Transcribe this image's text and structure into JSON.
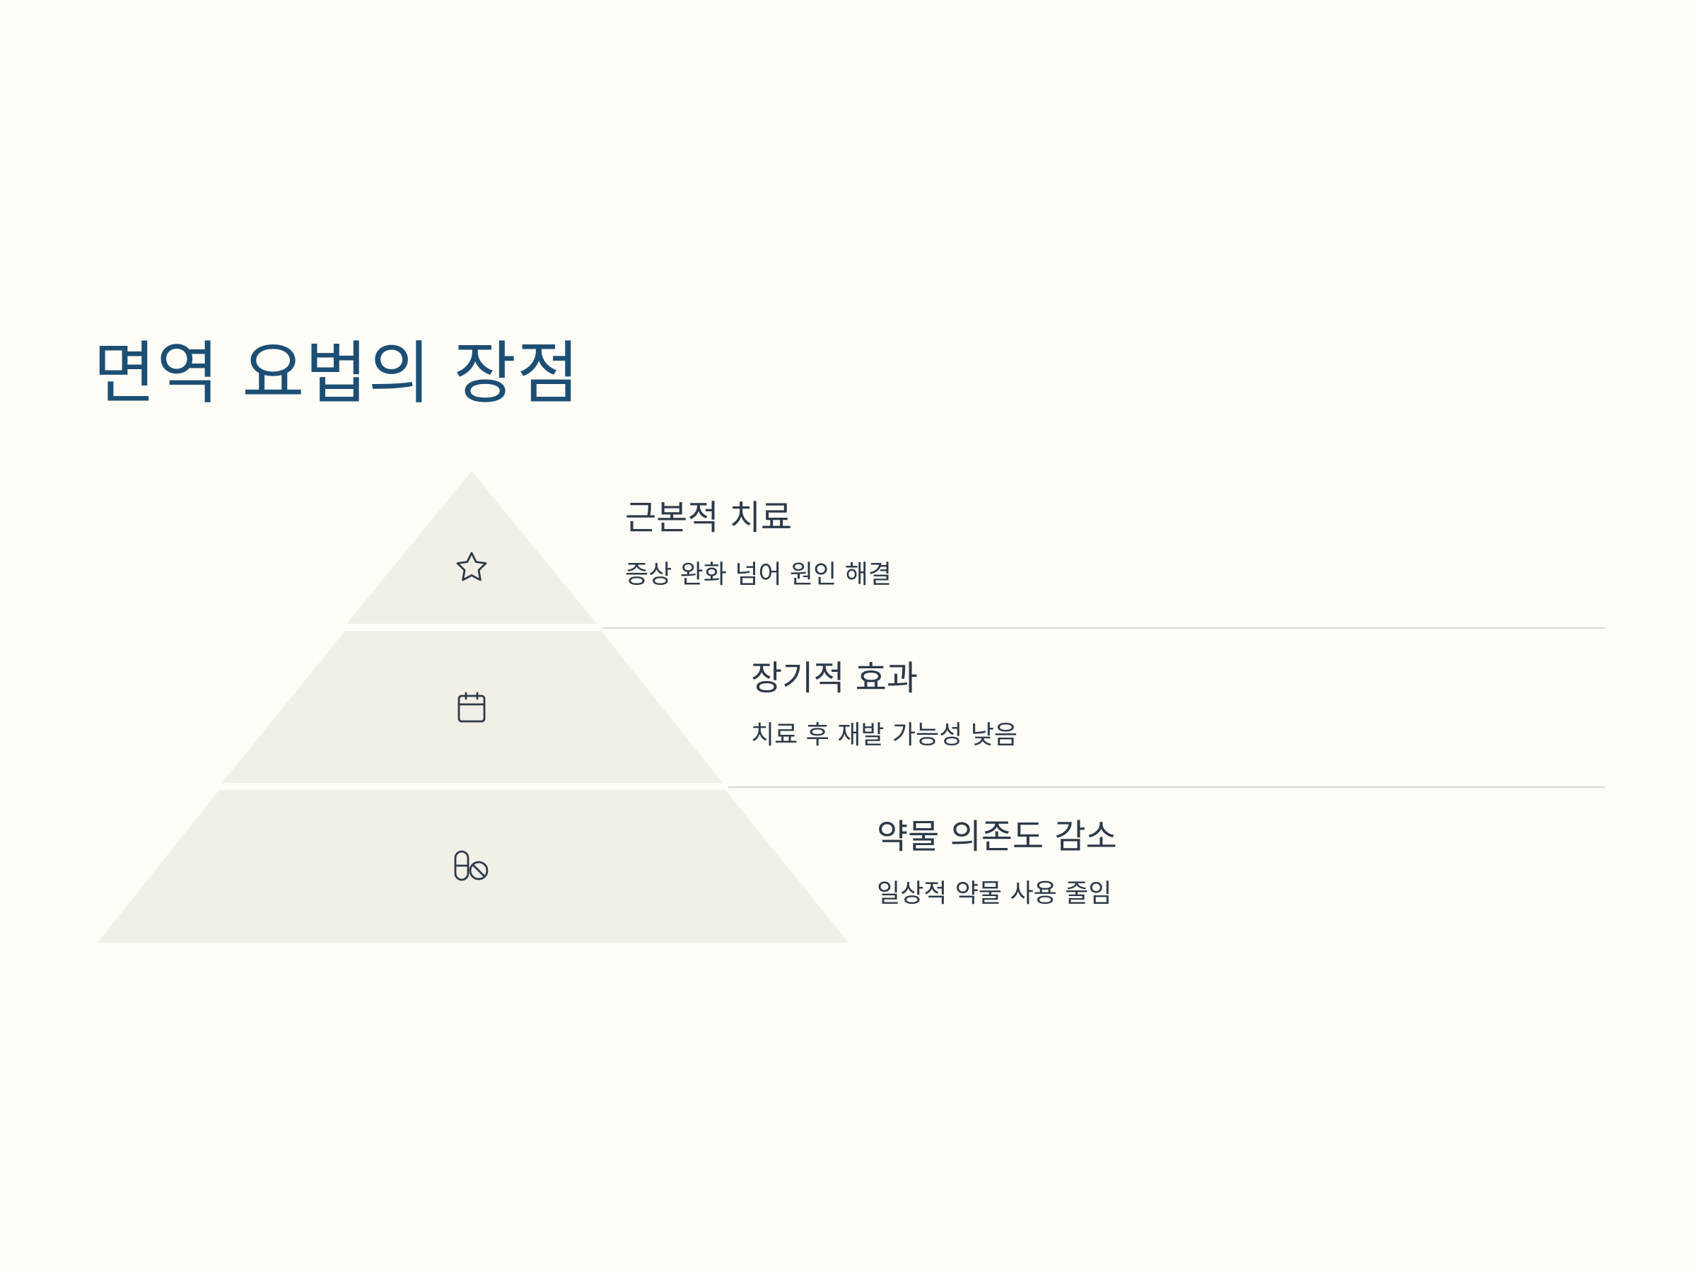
{
  "title": "면역 요법의 장점",
  "colors": {
    "background": "#fffdf7",
    "title": "#1d4e74",
    "text": "#2c3a49",
    "tier_fill": "#f2efe7",
    "divider": "#d9d7d1",
    "icon": "#2c3a49"
  },
  "levels": [
    {
      "title": "근본적 치료",
      "description": "증상 완화 넘어 원인 해결",
      "icon": "star-icon"
    },
    {
      "title": "장기적 효과",
      "description": "치료 후 재발 가능성 낮음",
      "icon": "calendar-icon"
    },
    {
      "title": "약물 의존도 감소",
      "description": "일상적 약물 사용 줄임",
      "icon": "pill-off-icon"
    }
  ]
}
